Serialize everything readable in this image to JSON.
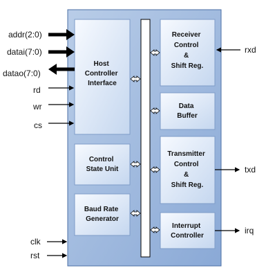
{
  "diagram": {
    "left_signals": [
      "addr(2:0)",
      "datai(7:0)",
      "datao(7:0)",
      "rd",
      "wr",
      "cs",
      "clk",
      "rst"
    ],
    "right_signals": [
      "rxd",
      "txd",
      "irq"
    ],
    "blocks": {
      "host": [
        "Host",
        "Controller",
        "Interface"
      ],
      "control": [
        "Control",
        "State Unit"
      ],
      "baud": [
        "Baud Rate",
        "Generator"
      ],
      "receiver": [
        "Receiver",
        "Control",
        "&",
        "Shift Reg."
      ],
      "buffer": [
        "Data",
        "Buffer"
      ],
      "transmitter": [
        "Transmitter",
        "Control",
        "&",
        "Shift Reg."
      ],
      "interrupt": [
        "Interrupt",
        "Controller"
      ]
    }
  }
}
